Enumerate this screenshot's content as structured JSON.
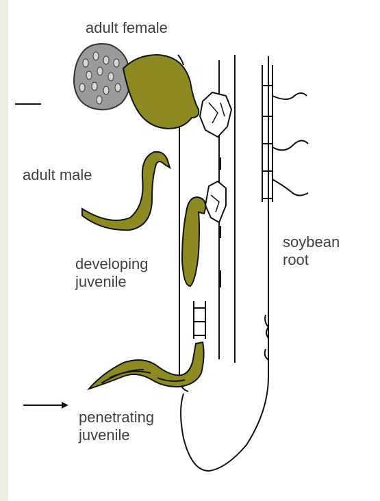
{
  "labels": {
    "adult_female": "adult female",
    "adult_male": "adult male",
    "developing_juvenile": [
      "developing",
      "juvenile"
    ],
    "soybean_root": [
      "soybean",
      "root"
    ],
    "penetrating_juvenile": [
      "penetrating",
      "juvenile"
    ]
  },
  "colors": {
    "nematode": "#8c8a20",
    "egg_mass": "#9a9a9a",
    "line": "#111111",
    "text": "#3f3f3f",
    "left_border": "#eeeee0"
  }
}
